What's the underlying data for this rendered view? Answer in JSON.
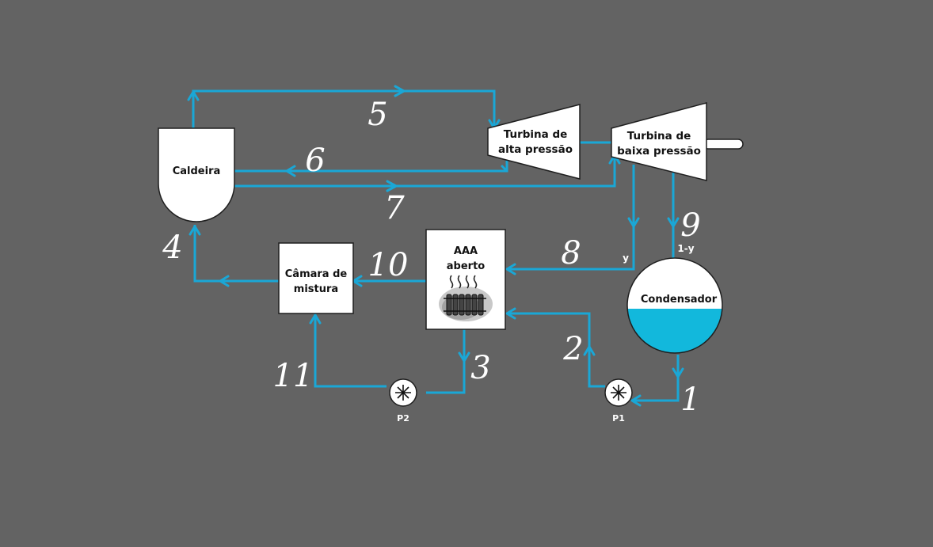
{
  "components": {
    "boiler": "Caldeira",
    "hp_turbine": [
      "Turbina de",
      "alta pressão"
    ],
    "lp_turbine": [
      "Turbina de",
      "baixa pressão"
    ],
    "heater": [
      "AAA",
      "aberto"
    ],
    "mixing_chamber": [
      "Câmara de",
      "mistura"
    ],
    "condenser": "Condensador",
    "pump1": "P1",
    "pump2": "P2"
  },
  "states": [
    "1",
    "2",
    "3",
    "4",
    "5",
    "6",
    "7",
    "8",
    "9",
    "10",
    "11"
  ],
  "fractions": {
    "y": "y",
    "one_minus_y": "1-y"
  },
  "colors": {
    "background": "#636363",
    "flow": "#1aa7d6",
    "component_fill": "#ffffff",
    "condenser_water": "#12b8dc"
  }
}
